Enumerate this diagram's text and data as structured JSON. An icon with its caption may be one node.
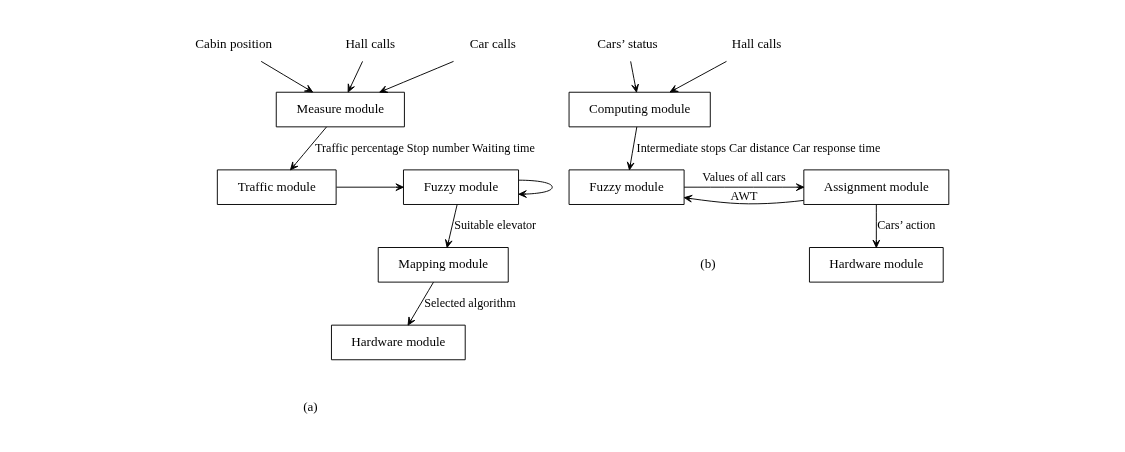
{
  "diagram": {
    "nodes": [
      {
        "text": [
          "Car calls"
        ]
      },
      {
        "text": [
          "Hall calls"
        ]
      },
      {
        "text": [
          "Cabin position"
        ]
      },
      {
        "text": [
          "Measure module"
        ]
      },
      {
        "text": [
          "Traffic module"
        ]
      },
      {
        "text": [
          "Fuzzy module"
        ]
      },
      {
        "text": [
          "Mapping module"
        ]
      },
      {
        "text": [
          "Hardware module"
        ]
      },
      {
        "text": [
          "Hall calls"
        ]
      },
      {
        "text": [
          "Cars’ status"
        ]
      },
      {
        "text": [
          "Computing module"
        ]
      },
      {
        "text": [
          "Fuzzy module"
        ]
      },
      {
        "text": [
          "Assignment module"
        ]
      },
      {
        "text": [
          "Hardware module"
        ]
      }
    ],
    "edges": [
      {
        "from": 0,
        "to": 3,
        "arrow": "to"
      },
      {
        "from": 1,
        "to": 3,
        "arrow": "to"
      },
      {
        "from": 2,
        "to": 3,
        "arrow": "to"
      },
      {
        "from": 3,
        "to": 4,
        "arrow": "to",
        "label": "Traffic percentage Stop number Waiting time"
      },
      {
        "from": 4,
        "to": 5,
        "arrow": "to"
      },
      {
        "from": 5,
        "to": 5,
        "arrow": "to"
      },
      {
        "from": 5,
        "to": 6,
        "arrow": "to",
        "label": "Suitable elevator"
      },
      {
        "from": 6,
        "to": 7,
        "arrow": "to",
        "label": "Selected algorithm"
      },
      {
        "from": 8,
        "to": 10,
        "arrow": "to"
      },
      {
        "from": 9,
        "to": 10,
        "arrow": "to"
      },
      {
        "from": 10,
        "to": 11,
        "arrow": "to",
        "label": "Intermediate stops Car distance Car response time"
      },
      {
        "from": 11,
        "to": 12,
        "arrow": "to",
        "label": "Values of all cars"
      },
      {
        "from": 12,
        "to": 13,
        "arrow": "to",
        "label": "Cars’ action"
      },
      {
        "from": 12,
        "to": 11,
        "arrow": "to",
        "label": "AWT"
      }
    ],
    "labels": [
      "(a)",
      "(b)"
    ]
  }
}
